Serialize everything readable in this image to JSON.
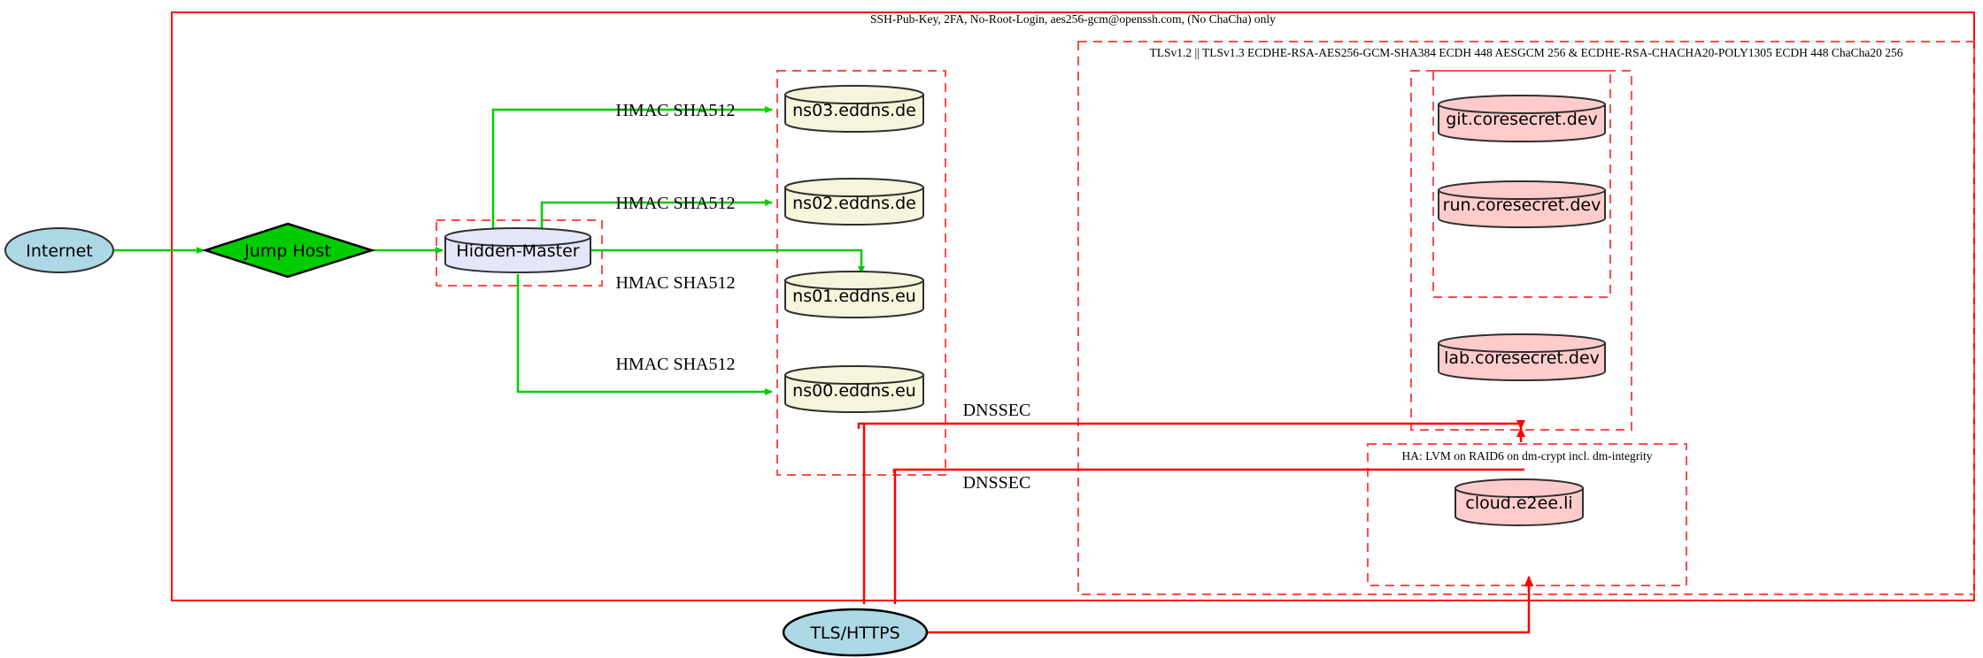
{
  "diagram": {
    "type": "network-infrastructure-graph",
    "colors": {
      "cluster_border": "#ff0000",
      "cluster_border_dashed": "#fb4d4d",
      "secure_edge": "#00cc00",
      "tls_edge": "#ff0000",
      "internet_fill": "#add8e6",
      "jumphost_fill": "#00cc00",
      "hidden_master_fill": "#e6e6fa",
      "dns_fill": "#f5f5dc",
      "service_fill": "#ffcccb",
      "node_stroke": "#2f2f2f"
    },
    "clusters": [
      {
        "id": "ssh-zone",
        "label": "SSH-Pub-Key, 2FA, No-Root-Login, aes256-gcm@openssh.com, (No ChaCha) only",
        "style": "solid"
      },
      {
        "id": "tls-zone",
        "label": "TLSv1.2 || TLSv1.3 ECDHE-RSA-AES256-GCM-SHA384 ECDH 448 AESGCM 256 & ECDHE-RSA-CHACHA20-POLY1305 ECDH 448 ChaCha20 256",
        "style": "dashed"
      },
      {
        "id": "ha-zone",
        "label": "HA: LVM on RAID6 on dm-crypt incl. dm-integrity",
        "style": "dashed"
      },
      {
        "id": "hidden-master-zone",
        "label": "",
        "style": "dashed"
      },
      {
        "id": "dns-zone",
        "label": "",
        "style": "dashed"
      },
      {
        "id": "coresecret-zone",
        "label": "",
        "style": "dashed"
      },
      {
        "id": "coresecret-inner-zone",
        "label": "",
        "style": "dashed"
      }
    ],
    "nodes": [
      {
        "id": "internet",
        "label": "Internet",
        "shape": "ellipse",
        "fill": "#add8e6"
      },
      {
        "id": "jump-host",
        "label": "Jump Host",
        "shape": "diamond",
        "fill": "#00cc00"
      },
      {
        "id": "hidden-master",
        "label": "Hidden-Master",
        "shape": "cylinder",
        "fill": "#e6e6fa"
      },
      {
        "id": "ns03",
        "label": "ns03.eddns.de",
        "shape": "cylinder",
        "fill": "#f5f5dc"
      },
      {
        "id": "ns02",
        "label": "ns02.eddns.de",
        "shape": "cylinder",
        "fill": "#f5f5dc"
      },
      {
        "id": "ns01",
        "label": "ns01.eddns.eu",
        "shape": "cylinder",
        "fill": "#f5f5dc"
      },
      {
        "id": "ns00",
        "label": "ns00.eddns.eu",
        "shape": "cylinder",
        "fill": "#f5f5dc"
      },
      {
        "id": "git",
        "label": "git.coresecret.dev",
        "shape": "cylinder",
        "fill": "#ffcccb"
      },
      {
        "id": "run",
        "label": "run.coresecret.dev",
        "shape": "cylinder",
        "fill": "#ffcccb"
      },
      {
        "id": "lab",
        "label": "lab.coresecret.dev",
        "shape": "cylinder",
        "fill": "#ffcccb"
      },
      {
        "id": "cloud",
        "label": "cloud.e2ee.li",
        "shape": "cylinder",
        "fill": "#ffcccb"
      },
      {
        "id": "tls-https",
        "label": "TLS/HTTPS",
        "shape": "ellipse",
        "fill": "#add8e6"
      }
    ],
    "edges": [
      {
        "id": "e-internet-jump",
        "from": "internet",
        "to": "jump-host",
        "label": "",
        "color": "#00cc00"
      },
      {
        "id": "e-jump-master",
        "from": "jump-host",
        "to": "hidden-master",
        "label": "",
        "color": "#00cc00"
      },
      {
        "id": "e-master-ns03",
        "from": "hidden-master",
        "to": "ns03",
        "label": "HMAC SHA512",
        "color": "#00cc00"
      },
      {
        "id": "e-master-ns02",
        "from": "hidden-master",
        "to": "ns02",
        "label": "HMAC SHA512",
        "color": "#00cc00"
      },
      {
        "id": "e-master-ns01",
        "from": "hidden-master",
        "to": "ns01",
        "label": "HMAC SHA512",
        "color": "#00cc00"
      },
      {
        "id": "e-master-ns00",
        "from": "hidden-master",
        "to": "ns00",
        "label": "HMAC SHA512",
        "color": "#00cc00"
      },
      {
        "id": "e-dnssec-upper",
        "from": "tls-https",
        "to": "coresecret-zone",
        "label": "DNSSEC",
        "color": "#ff0000"
      },
      {
        "id": "e-dnssec-lower",
        "from": "tls-https",
        "to": "ha-zone",
        "label": "DNSSEC",
        "color": "#ff0000"
      }
    ]
  }
}
